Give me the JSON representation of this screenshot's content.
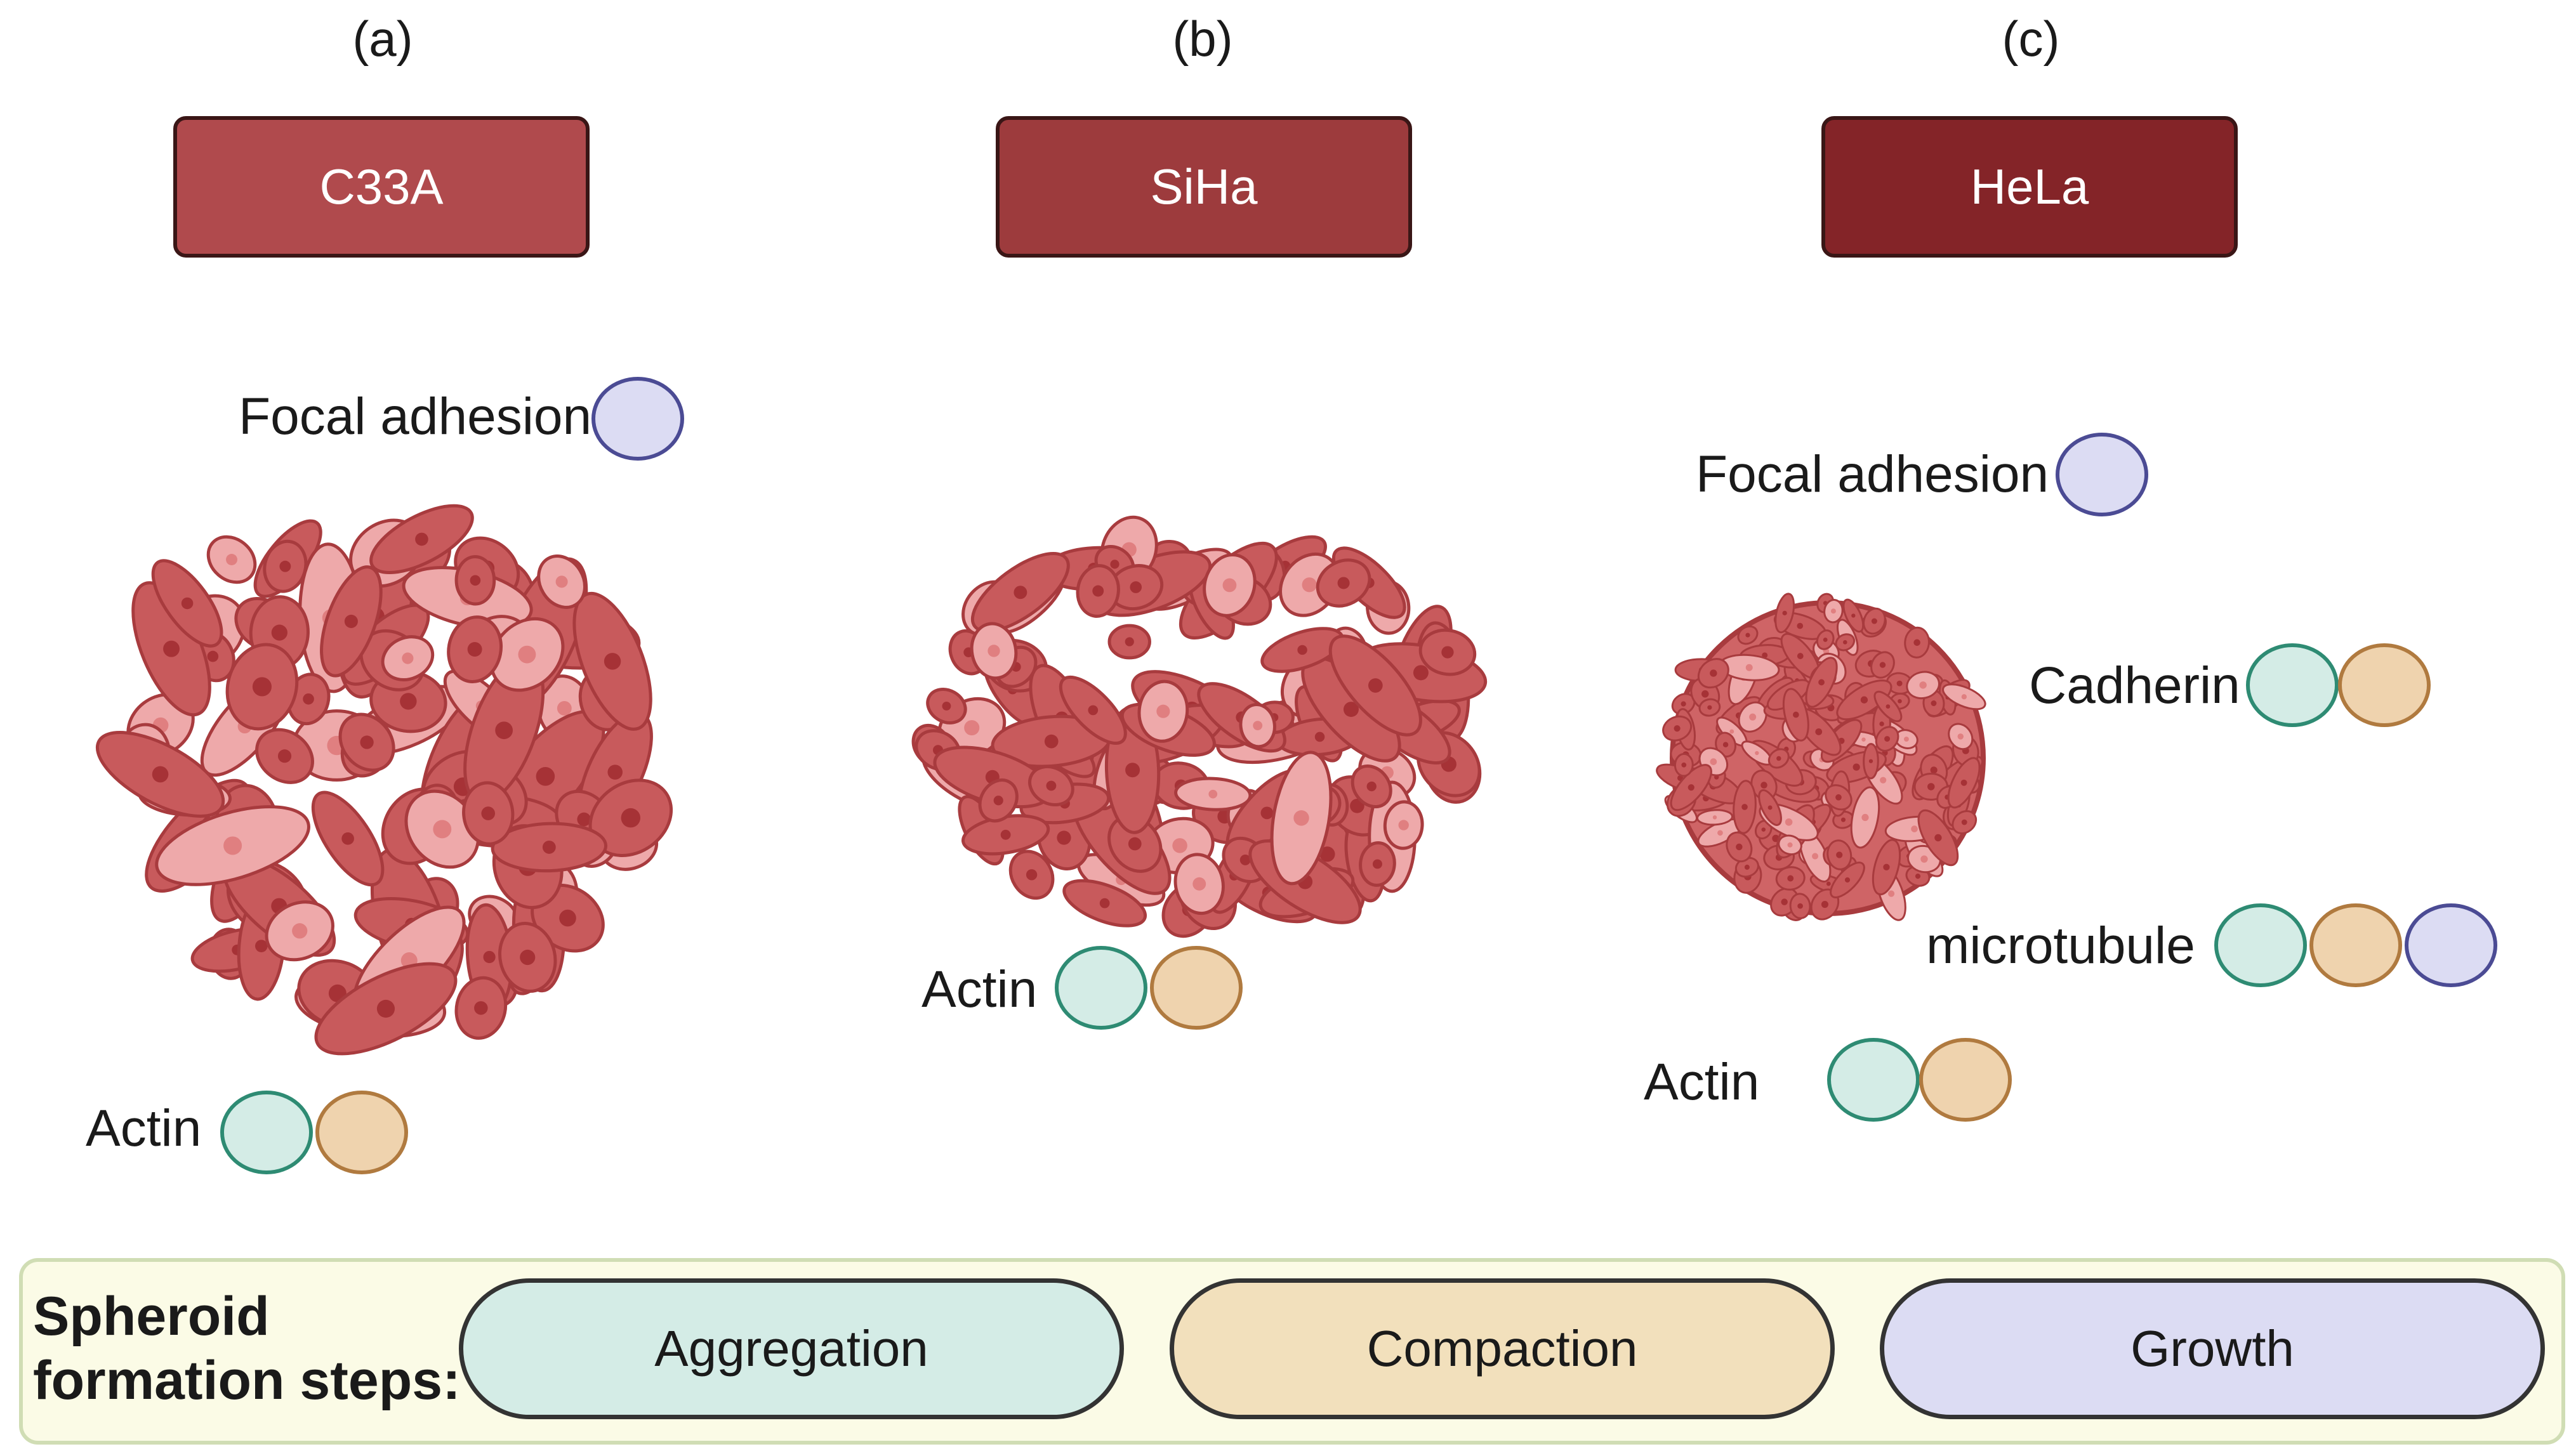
{
  "panels": [
    {
      "letter": "(a)",
      "cell_line": "C33A",
      "color": "#b04a4d"
    },
    {
      "letter": "(b)",
      "cell_line": "SiHa",
      "color": "#9d3b3d"
    },
    {
      "letter": "(c)",
      "cell_line": "HeLa",
      "color": "#842428"
    }
  ],
  "markers": {
    "a_focal": "Focal adhesion",
    "a_actin": "Actin",
    "b_actin": "Actin",
    "c_focal": "Focal adhesion",
    "c_cadherin": "Cadherin",
    "c_microtubule": "microtubule",
    "c_actin": "Actin"
  },
  "legend": {
    "title_line1": "Spheroid",
    "title_line2": "formation steps:",
    "steps": [
      {
        "label": "Aggregation",
        "color": "#d4ece6"
      },
      {
        "label": "Compaction",
        "color": "#f2e0bc"
      },
      {
        "label": "Growth",
        "color": "#dcdcf3"
      }
    ]
  },
  "colors": {
    "aggregation": "#d4ece6",
    "compaction": "#efd3ae",
    "growth": "#dcdcf3",
    "cell_dark": "#c85a5c",
    "cell_light": "#eea9aa"
  }
}
